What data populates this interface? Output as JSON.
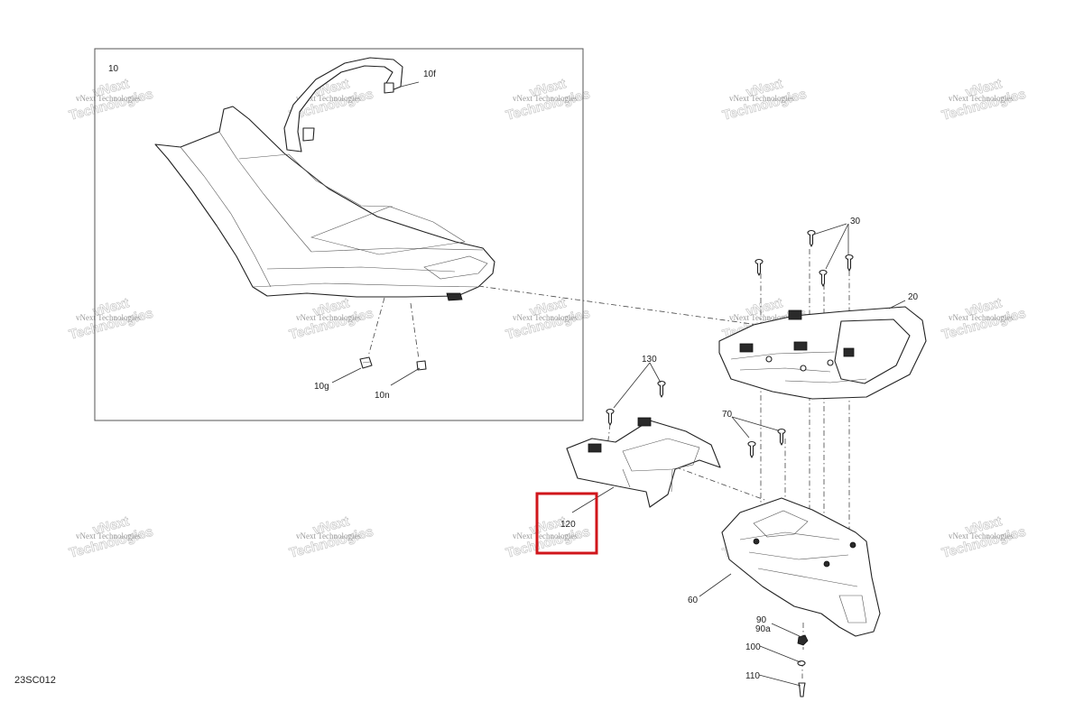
{
  "figure_code": "23SC012",
  "callouts": {
    "c10": "10",
    "c10f": "10f",
    "c10g": "10g",
    "c10n": "10n",
    "c20": "20",
    "c30": "30",
    "c60": "60",
    "c70": "70",
    "c90": "90",
    "c90a": "90a",
    "c100": "100",
    "c110": "110",
    "c120": "120",
    "c130": "130"
  },
  "watermark": {
    "line1": "vNext Technologies",
    "line2": "vNext",
    "line3": "Technologies"
  },
  "highlight": {
    "target": "120",
    "color": "#d0161b"
  }
}
